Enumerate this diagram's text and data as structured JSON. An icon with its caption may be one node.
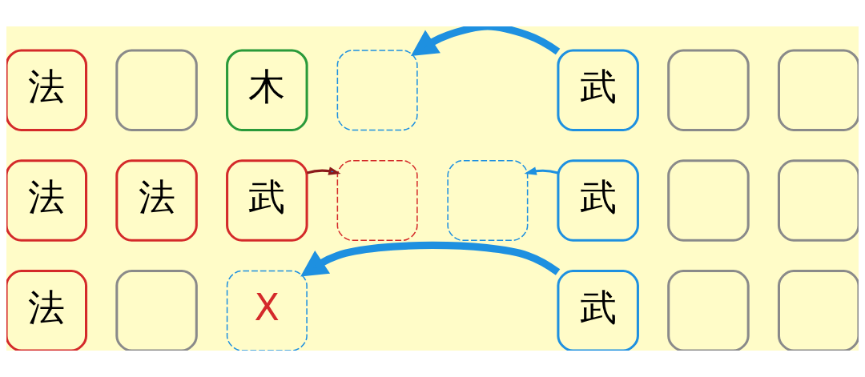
{
  "diagram": {
    "nodes": [
      {
        "text": [
          "法"
        ]
      },
      {
        "text": [],
        "shape": "box"
      },
      {
        "text": [
          "木"
        ]
      },
      {
        "text": [],
        "shape": "box"
      },
      {
        "text": [
          "武"
        ]
      },
      {
        "text": [],
        "shape": "box"
      },
      {
        "text": [],
        "shape": "box"
      },
      {
        "text": [
          "法"
        ]
      },
      {
        "text": [
          "法"
        ]
      },
      {
        "text": [
          "武"
        ]
      },
      {
        "text": [],
        "shape": "box"
      },
      {
        "text": [],
        "shape": "box"
      },
      {
        "text": [
          "武"
        ]
      },
      {
        "text": [],
        "shape": "box"
      },
      {
        "text": [],
        "shape": "box"
      },
      {
        "text": [
          "法"
        ]
      },
      {
        "text": [],
        "shape": "box"
      },
      {
        "text": [
          "X"
        ]
      },
      {
        "text": [
          "武"
        ]
      },
      {
        "text": [],
        "shape": "box"
      },
      {
        "text": [],
        "shape": "box"
      }
    ],
    "edges": [
      {
        "from": 4,
        "to": 3,
        "arrow": "to",
        "style": "thick"
      },
      {
        "from": 9,
        "to": 10,
        "arrow": "to",
        "color": "#8b1a1a"
      },
      {
        "from": 12,
        "to": 11,
        "arrow": "to"
      },
      {
        "from": 18,
        "to": 17,
        "arrow": "to",
        "style": "thick"
      }
    ]
  }
}
